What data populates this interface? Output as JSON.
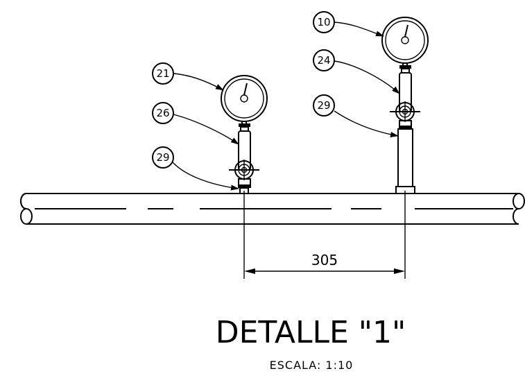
{
  "drawing": {
    "balloons": [
      {
        "id": "b10",
        "label": "10"
      },
      {
        "id": "b24",
        "label": "24"
      },
      {
        "id": "b29r",
        "label": "29"
      },
      {
        "id": "b21",
        "label": "21"
      },
      {
        "id": "b26",
        "label": "26"
      },
      {
        "id": "b29l",
        "label": "29"
      }
    ],
    "dimension": "305",
    "title": "DETALLE \"1\"",
    "scale": "ESCALA:  1:10"
  }
}
